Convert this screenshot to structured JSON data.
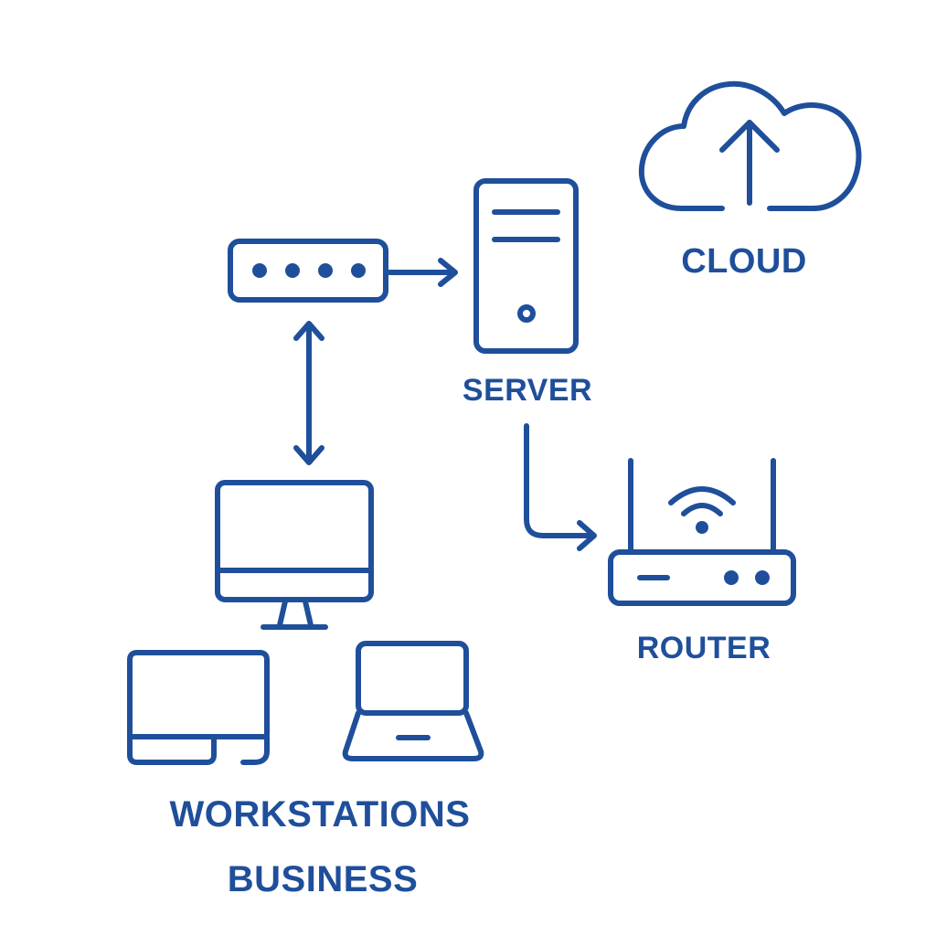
{
  "colors": {
    "ink": "#1f4f9b",
    "background": "#ffffff"
  },
  "nodes": {
    "cloud": {
      "label": "CLOUD",
      "icon": "cloud-upload-icon"
    },
    "server": {
      "label": "SERVER",
      "icon": "server-tower-icon"
    },
    "switch": {
      "label": "",
      "icon": "network-switch-icon"
    },
    "router": {
      "label": "ROUTER",
      "icon": "wifi-router-icon"
    },
    "workstations": {
      "label_line1": "WORKSTATIONS",
      "label_line2": "BUSINESS",
      "icons": [
        "desktop-monitor-icon",
        "all-in-one-computer-icon",
        "laptop-icon"
      ]
    }
  },
  "connections": [
    {
      "from": "switch",
      "to": "server",
      "direction": "one-way"
    },
    {
      "from": "switch",
      "to": "workstations",
      "direction": "two-way"
    },
    {
      "from": "server",
      "to": "router",
      "direction": "one-way"
    }
  ]
}
